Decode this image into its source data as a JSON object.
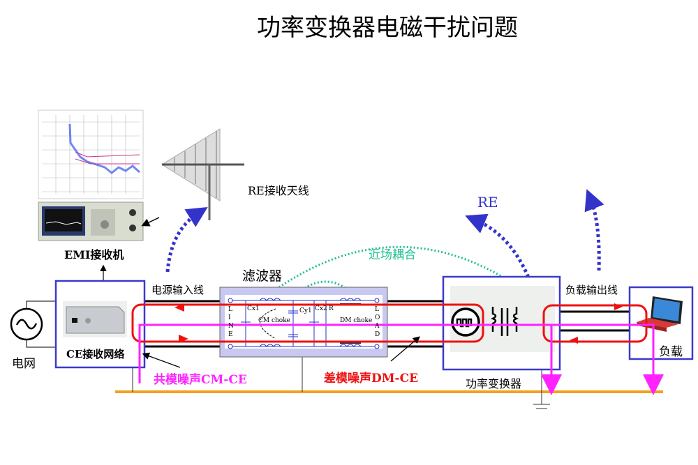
{
  "title": "功率变换器电磁干扰问题",
  "labels": {
    "emi_receiver": "EMI接收机",
    "re_antenna": "RE接收天线",
    "re": "RE",
    "near_field": "近场耦合",
    "filter": "滤波器",
    "power_input_line": "电源输入线",
    "load_output_line": "负载输出线",
    "grid": "电网",
    "ce_network": "CE接收网络",
    "converter": "功率变换器",
    "load": "负载",
    "cm_noise": "共模噪声CM-CE",
    "dm_noise": "差模噪声DM-CE"
  },
  "filter_circuit": {
    "line": [
      "L",
      "I",
      "N",
      "E"
    ],
    "load": [
      "L",
      "O",
      "A",
      "D"
    ],
    "cx1": "Cx1",
    "cy1": "Cy1",
    "cx2": "Cx2",
    "r": "R",
    "cm_choke": "CM choke",
    "dm_choke": "DM choke"
  },
  "colors": {
    "box_border": "#3a3acc",
    "dm_loop": "#ee1111",
    "cm_path": "#ff22ff",
    "ground": "#f5a020",
    "near_field": "#20c090",
    "radiation": "#3333cc",
    "filter_fill": "#c8c8f0"
  }
}
